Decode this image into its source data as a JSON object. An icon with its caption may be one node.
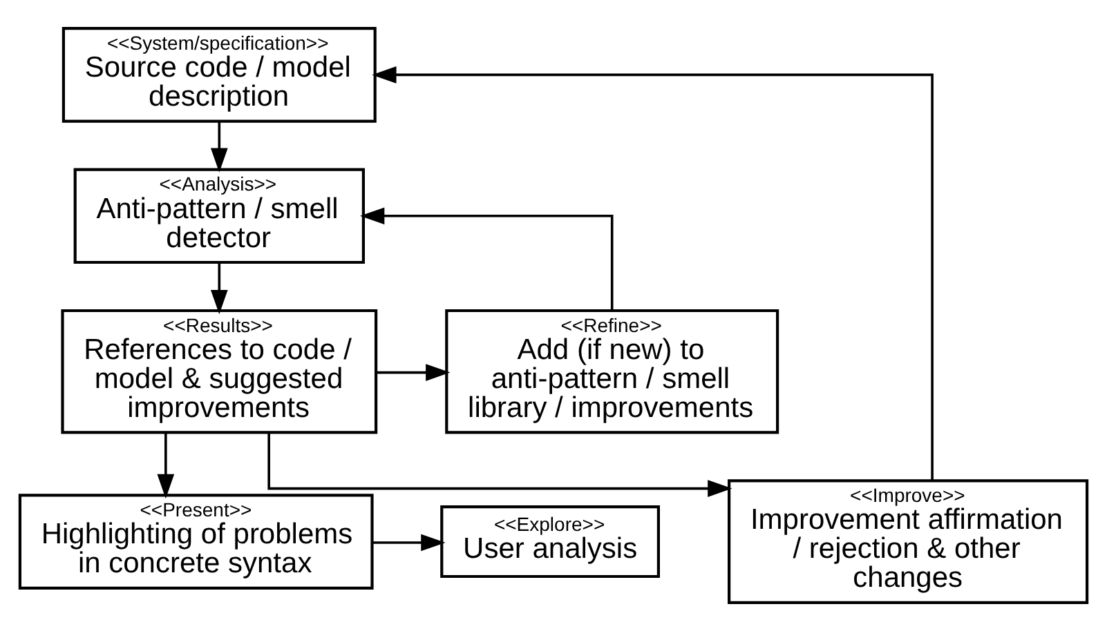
{
  "diagram": {
    "nodes": [
      {
        "text": [
          "<<System/specification>>",
          "Source code / model description"
        ]
      },
      {
        "text": [
          "<<Analysis>>",
          "Anti-pattern / smell detector"
        ]
      },
      {
        "text": [
          "<<Results>>",
          "References to code / model & suggested improvements"
        ]
      },
      {
        "text": [
          "<<Refine>>",
          "Add (if new) to anti-pattern / smell library / improvements"
        ]
      },
      {
        "text": [
          "<<Present>>",
          "Highlighting of problems in concrete syntax"
        ]
      },
      {
        "text": [
          "<<Explore>>",
          "User analysis"
        ]
      },
      {
        "text": [
          "<<Improve>>",
          "Improvement affirmation / rejection & other changes"
        ]
      }
    ],
    "edges": [
      {
        "from": 0,
        "to": 1,
        "arrow": "to"
      },
      {
        "from": 1,
        "to": 2,
        "arrow": "to"
      },
      {
        "from": 2,
        "to": 3,
        "arrow": "to"
      },
      {
        "from": 2,
        "to": 4,
        "arrow": "to"
      },
      {
        "from": 3,
        "to": 1,
        "arrow": "to"
      },
      {
        "from": 4,
        "to": 5,
        "arrow": "to"
      },
      {
        "from": 2,
        "to": 6,
        "arrow": "to"
      },
      {
        "from": 6,
        "to": 0,
        "arrow": "to"
      }
    ]
  }
}
